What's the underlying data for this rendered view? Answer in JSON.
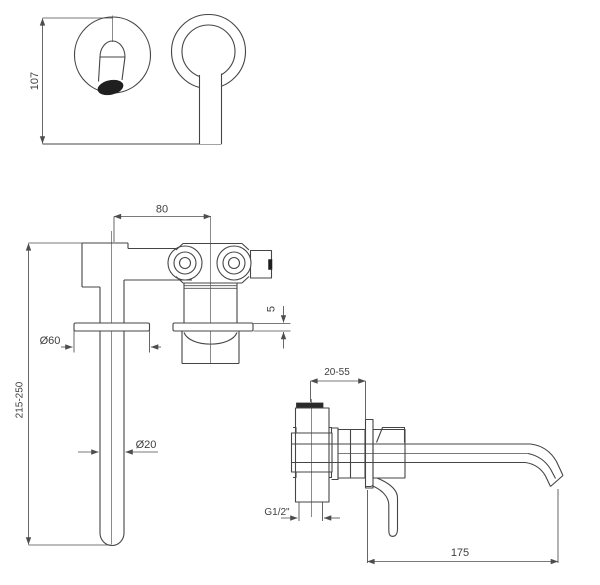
{
  "drawing": {
    "type": "technical-dimension-drawing",
    "subject": "wall-mounted basin mixer tap, three orthographic views",
    "colors": {
      "background": "#ffffff",
      "line": "#454545",
      "text": "#3f3f3f"
    },
    "dimensions": {
      "front_height": "107",
      "center_distance": "80",
      "escutcheon_diameter": "Ø60",
      "plate_thickness": "5",
      "spout_length_range": "215-250",
      "spout_diameter": "Ø20",
      "install_depth_range": "20-55",
      "connection_thread": "G1/2\"",
      "spout_reach": "175"
    }
  }
}
